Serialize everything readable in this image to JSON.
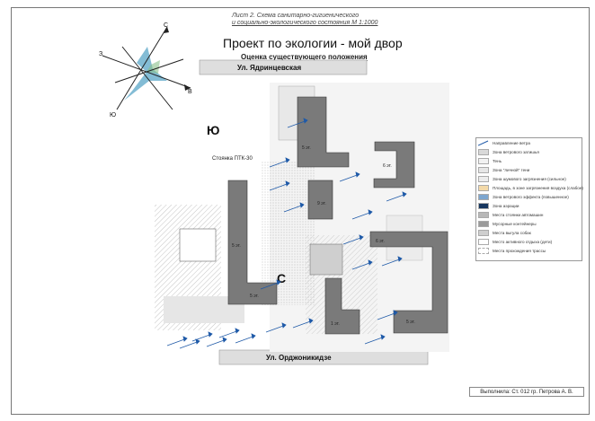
{
  "sheet": {
    "title": "Лист 2. Схема санитарно-гигиенического",
    "subtitle": "и социально-экологического состояния М 1:1000",
    "project_title": "Проект по экологии - мой двор",
    "assessment_title": "Оценка существующего положения",
    "footer": "Выполнила: Ст. 012 гр. Петрова А. В."
  },
  "compass": {
    "north": "С",
    "south": "Ю",
    "west": "З",
    "east": "В"
  },
  "map": {
    "street_top": "Ул. Ядринцевская",
    "street_bottom": "Ул. Орджоникидзе",
    "letter_south": "Ю",
    "letter_north": "С",
    "parking_label": "Стоянка ПТК-30",
    "building_labels": [
      "5 эт.",
      "6 эт.",
      "9 эт.",
      "5 эт.",
      "5 эт.",
      "6 эт.",
      "1 эт.",
      "5 эт."
    ]
  },
  "legend": {
    "items": [
      {
        "label": "Направление ветра",
        "color": "#1f5aa8"
      },
      {
        "label": "Зона ветрового затишья",
        "color": "#d9d9d9"
      },
      {
        "label": "Тень",
        "color": "#f2f2f2"
      },
      {
        "label": "Зона \"личной\" тени",
        "color": "#e6e6e6"
      },
      {
        "label": "Зона шумового загрязнения (сильное)",
        "color": "#ececec"
      },
      {
        "label": "Площадь, в зоне загрязнения воздуха (слабое)",
        "color": "#f3d9a8"
      },
      {
        "label": "Зона ветрового эффекта (повышенное)",
        "color": "#7da6cf"
      },
      {
        "label": "Зона аэрации",
        "color": "#16365e"
      },
      {
        "label": "Места стоянки автомашин",
        "color": "#b8b8b8"
      },
      {
        "label": "Мусорные контейнеры",
        "color": "#9a9a9a"
      },
      {
        "label": "Места выгула собак",
        "color": "#cfcfcf"
      },
      {
        "label": "Место активного отдыха (дети)",
        "color": "#ffffff"
      },
      {
        "label": "Места прохождения трассы",
        "color": "#ffffff"
      }
    ]
  }
}
